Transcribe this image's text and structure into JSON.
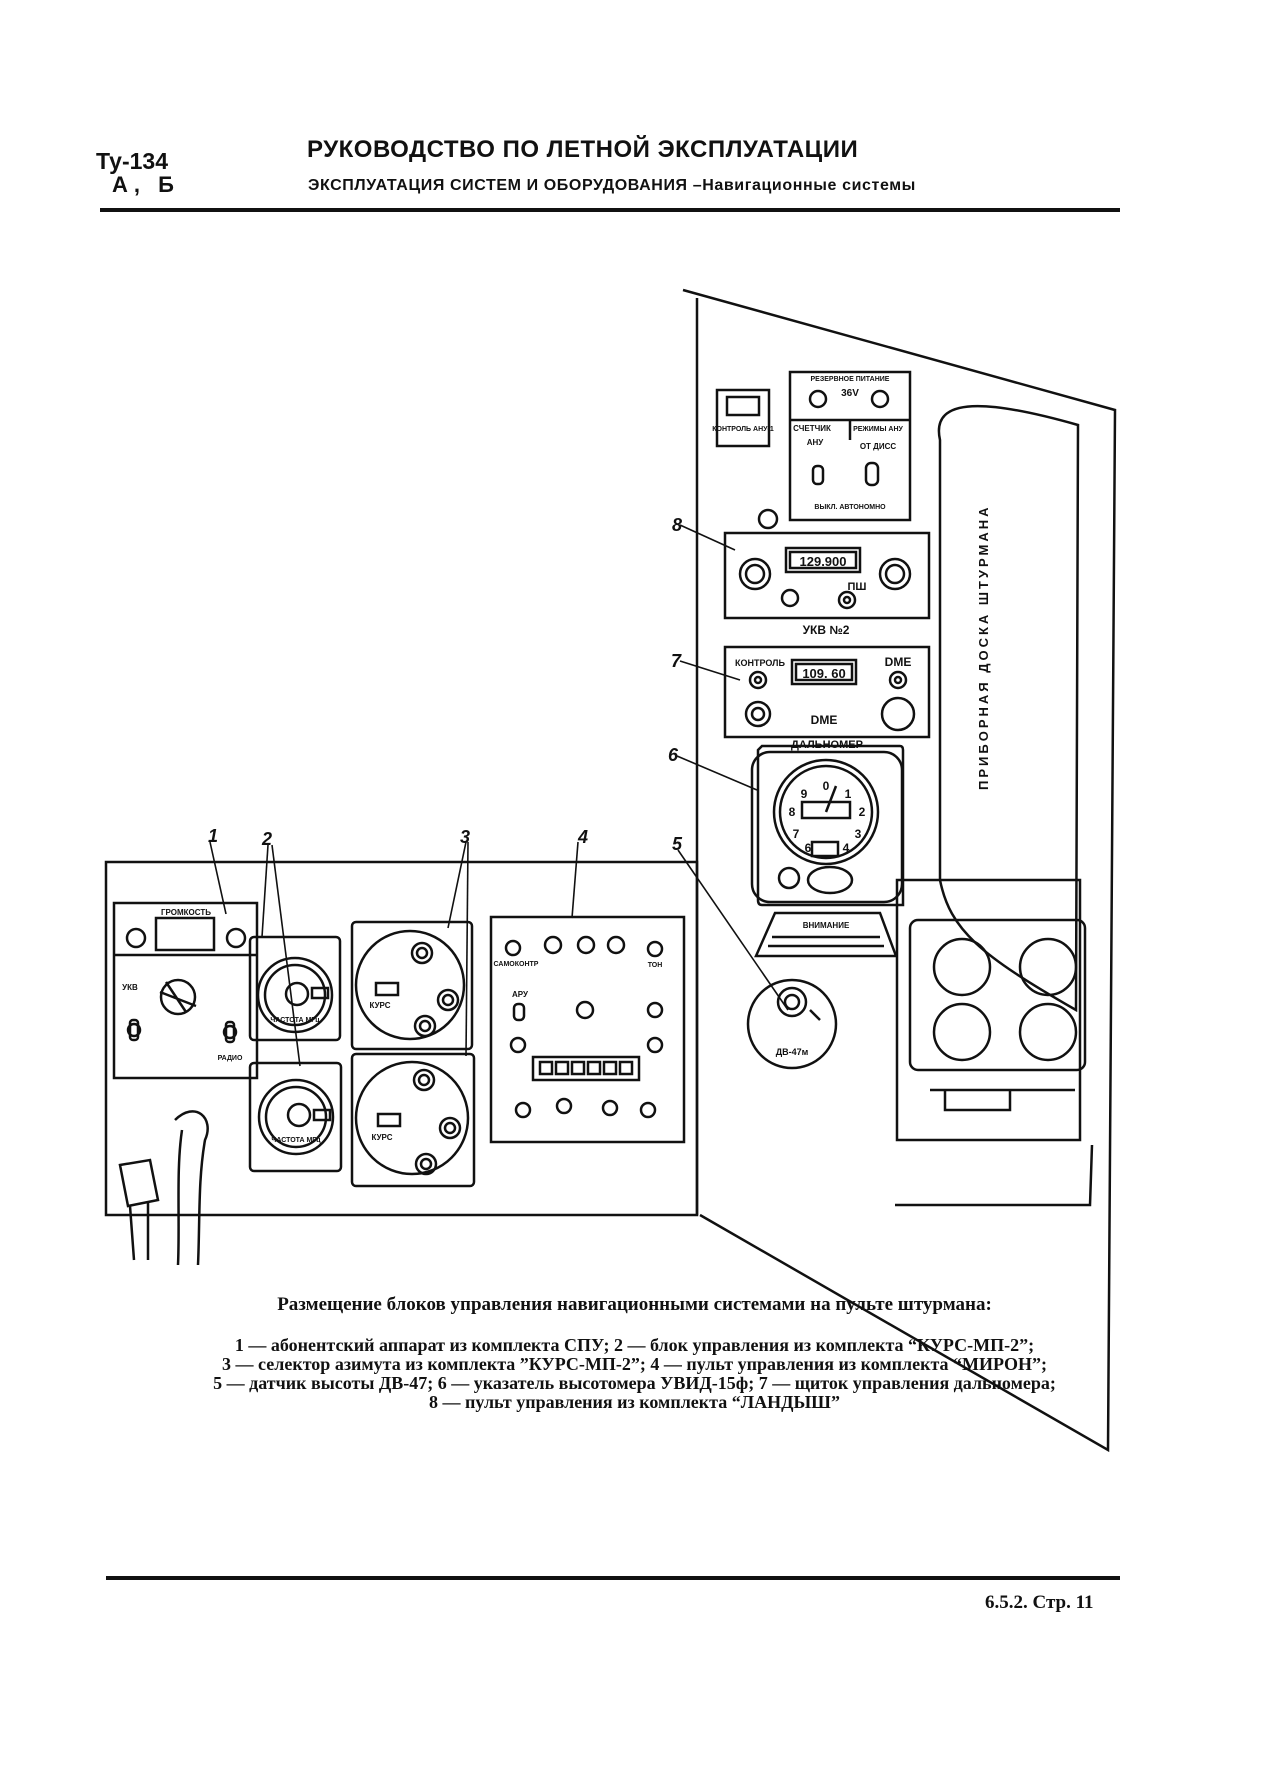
{
  "header": {
    "model": "Ту-134",
    "variant": "А, Б",
    "title": "РУКОВОДСТВО ПО ЛЕТНОЙ ЭКСПЛУАТАЦИИ",
    "subtitle": "ЭКСПЛУАТАЦИЯ СИСТЕМ И ОБОРУДОВАНИЯ –Навигационные системы"
  },
  "figure": {
    "callouts": [
      "1",
      "2",
      "3",
      "4",
      "5",
      "6",
      "7",
      "8"
    ],
    "board_label": "ПРИБОРНАЯ ДОСКА ШТУРМАНА",
    "labels": {
      "reserve_power": "РЕЗЕРВНОЕ ПИТАНИЕ",
      "v36": "36V",
      "counter": "СЧЕТЧИК",
      "anu": "АНУ",
      "modes_anu": "РЕЖИМЫ АНУ",
      "from_diss": "ОТ ДИСС",
      "control_anu": "КОНТРОЛЬ АНУ-1",
      "off_autonomous": "ВЫКЛ. АВТОНОМНО",
      "vhf_freq": "129.900",
      "psh": "ПШ",
      "vhf_name": "УКВ №2",
      "control": "КОНТРОЛЬ",
      "dme_freq": "109. 60",
      "dme": "DME",
      "dme_lower": "DME",
      "rangefinder": "ДАЛЬНОМЕР",
      "volume": "ГРОМКОСТЬ",
      "ukv": "УКВ",
      "kurs": "КУРС",
      "freq_mhz": "ЧАСТОТА МГц",
      "aru": "АРУ",
      "sensor": "ДВ-47м",
      "self_check": "САМОКОНТР",
      "ton": "ТОН",
      "warning": "ВНИМАНИЕ"
    },
    "dial_numbers": [
      "9",
      "0",
      "1",
      "8",
      "2",
      "7",
      "3",
      "6",
      "4"
    ]
  },
  "caption": {
    "title": "Размещение блоков управления навигационными системами на пульте штурмана:",
    "lines": [
      "1 — абонентский аппарат из комплекта СПУ; 2 — блок управления из комплекта “КУРС-МП-2”;",
      "3 — селектор азимута из комплекта ”КУРС-МП-2”; 4 — пульт управления из комплекта “МИРОН”;",
      "5 — датчик высоты ДВ-47; 6 — указатель высотомера УВИД-15ф; 7 — щиток управления дальномера;",
      "8 — пульт управления из комплекта “ЛАНДЫШ”"
    ]
  },
  "page_number": "6.5.2. Стр. 11"
}
